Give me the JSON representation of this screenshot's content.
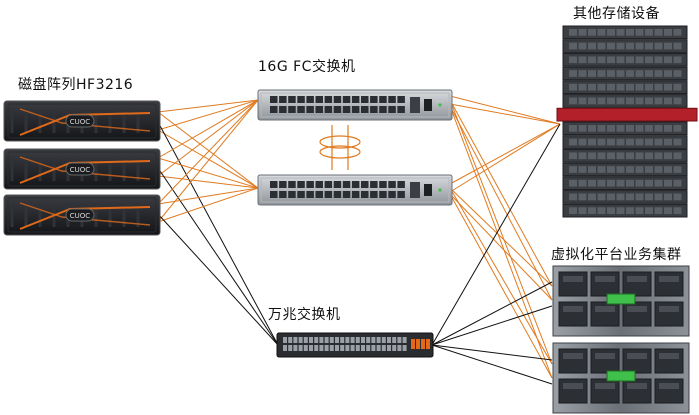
{
  "labels": {
    "disk_array": "磁盘阵列HF3216",
    "fc_switch": "16G FC交换机",
    "tengig_switch": "万兆交换机",
    "other_storage": "其他存储设备",
    "virtualization_cluster": "虚拟化平台业务集群"
  },
  "array_badge": "CUOC",
  "colors": {
    "fc_link": "#e07a1f",
    "eth_link": "#111111",
    "array_accent": "#e06a1a",
    "storage_red": "#b3202a",
    "blade_green": "#3ec04a"
  }
}
